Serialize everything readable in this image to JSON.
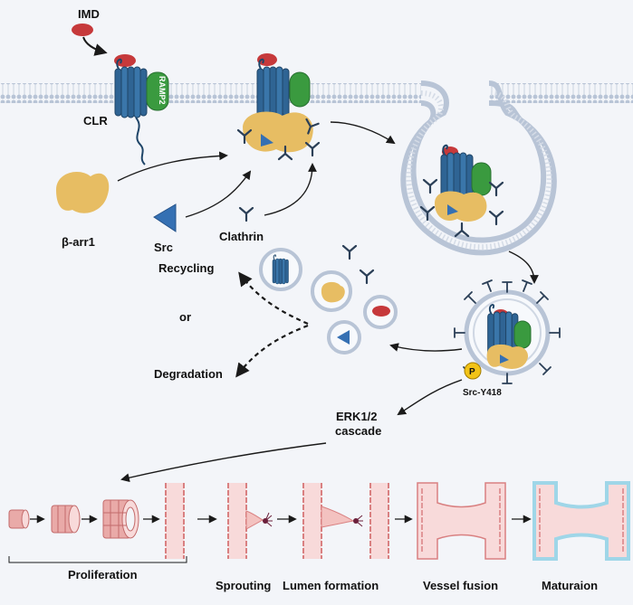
{
  "labels": {
    "imd": "IMD",
    "ramp2": "RAMP2",
    "clr": "CLR",
    "barr1": "β-arr1",
    "src": "Src",
    "clathrin": "Clathrin",
    "recycling": "Recycling",
    "or": "or",
    "degradation": "Degradation",
    "p": "P",
    "src_y418": "Src-Y418",
    "erk_line1": "ERK1/2",
    "erk_line2": "cascade",
    "proliferation": "Proliferation",
    "sprouting": "Sprouting",
    "lumen_formation": "Lumen formation",
    "vessel_fusion": "Vessel fusion",
    "maturation": "Maturaion"
  },
  "colors": {
    "receptor": "#2f6494",
    "ramp2": "#3a9a3f",
    "imd": "#c6393b",
    "arrestin": "#e7bd63",
    "src": "#3570b3",
    "clathrin": "#2b3f57",
    "vessel": "#f6d7d6",
    "vessel_edge": "#d98081",
    "maturation_coat": "#9fd6e8",
    "phospho": "#f2c316"
  }
}
